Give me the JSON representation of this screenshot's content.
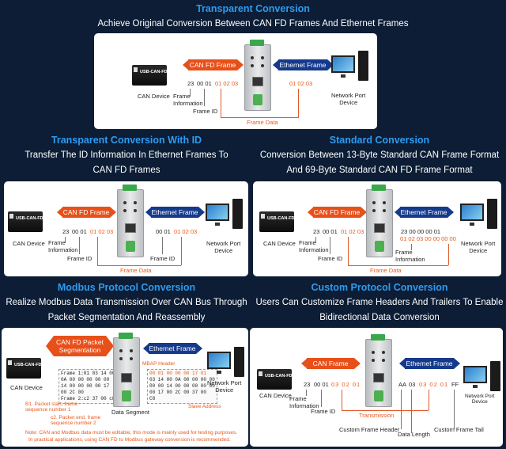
{
  "sections": {
    "s1": {
      "title": "Transparent Conversion",
      "subtitle": "Achieve Original Conversion Between CAN FD Frames And Ethernet Frames",
      "can_arrow": "CAN FD Frame",
      "eth_arrow": "Ethernet Frame",
      "device_label": "CAN Device",
      "network_label": "Network Port\nDevice",
      "frame_info": "Frame\nInformation",
      "frame_id": "Frame ID",
      "frame_data": "Frame Data",
      "can_bytes": {
        "info": "23",
        "id": "00 01",
        "data": "01 02 03"
      },
      "eth_bytes": "01 02 03"
    },
    "s2": {
      "title": "Transparent Conversion With ID",
      "subtitle_1": "Transfer The ID Information In Ethernet Frames To",
      "subtitle_2": "CAN FD Frames",
      "can_arrow": "CAN FD Frame",
      "eth_arrow": "Ethernet Frame",
      "device_label": "CAN Device",
      "network_label": "Network Port\nDevice",
      "frame_info": "Frame\nInformation",
      "frame_id": "Frame ID",
      "frame_id_2": "Frame ID",
      "frame_data": "Frame Data",
      "can_bytes": {
        "info": "23",
        "id": "00 01",
        "data": "01 02 03"
      },
      "eth_bytes": {
        "id": "00 01",
        "data": "01 02 03"
      }
    },
    "s3": {
      "title": "Standard Conversion",
      "subtitle_1": "Conversion Between 13-Byte Standard CAN Frame Format",
      "subtitle_2": "And 69-Byte Standard CAN FD Frame Format",
      "can_arrow": "CAN FD Frame",
      "eth_arrow": "Ethernet Frame",
      "device_label": "CAN Device",
      "network_label": "Network Port\nDevice",
      "frame_info": "Frame\nInformation",
      "frame_id": "Frame ID",
      "frame_info_2": "Frame\nInformation",
      "frame_data": "Frame Data",
      "can_bytes": {
        "info": "23",
        "id": "00 01",
        "data": "01 02 03"
      },
      "eth_bytes": {
        "head": "23 00 00 00 01",
        "data": "01 02 03 00 00 00 00"
      }
    },
    "s4": {
      "title": "Modbus Protocol Conversion",
      "subtitle_1": "Realize Modbus Data Transmission Over CAN Bus Through",
      "subtitle_2": "Packet Segmentation And Reassembly",
      "can_arrow": "CAN FD Packet\nSegmentation",
      "eth_arrow": "Ethernet Frame",
      "device_label": "CAN Device",
      "network_label": "Network Port\nDevice",
      "mbap": "MBAP Header",
      "can_lines": [
        "Frame 1:01 03 14 00",
        "0A 00 00 00 00 00",
        "14 00 00 00 00 17",
        "00 2C 00",
        "Frame 2:c2 37 00 c8"
      ],
      "eth_lines": [
        "00 01 00 00 00 17 01",
        "03 14 00 0A 00 00 00 00",
        "00 00 14 00 00 00 00 00",
        "00 17 00 2C 00 37 00",
        "C8"
      ],
      "note_b1": "B1. Packet start, frame\nsequence number 1",
      "note_c2": "c2. Packet end, frame\nsequence number 2",
      "data_segment": "Data Segment",
      "slave_address": "Slave Address",
      "footnote_1": "Note: CAN and Modbus data must be editable, this mode is mainly used for testing purposes.",
      "footnote_2": "In practical applications, using CAN FD to Modbus gateway conversion is recommended."
    },
    "s5": {
      "title": "Custom Protocol Conversion",
      "subtitle_1": "Users Can Customize Frame Headers And Trailers To Enable",
      "subtitle_2": "Bidirectional Data Conversion",
      "can_arrow": "CAN Frame",
      "eth_arrow": "Ethernet Frame",
      "device_label": "CAN Device",
      "network_label": "Network Port\nDevice",
      "frame_info": "Frame\nInformation",
      "frame_id": "Frame ID",
      "transmission": "Transmission",
      "custom_header": "Custom Frame Header",
      "data_length": "Data Length",
      "custom_tail": "Custom Frame Tail",
      "can_bytes": {
        "info": "23",
        "id": "00 01",
        "data": "03 02 01"
      },
      "eth_bytes": {
        "head": "AA",
        "len": "03",
        "data": "03 02 01",
        "tail": "FF"
      }
    }
  },
  "device_text": "USB-CAN-FD",
  "colors": {
    "bg": "#0c1d35",
    "title": "#2e9bf0",
    "can_arrow": "#e8501a",
    "eth_arrow": "#153a8c"
  }
}
